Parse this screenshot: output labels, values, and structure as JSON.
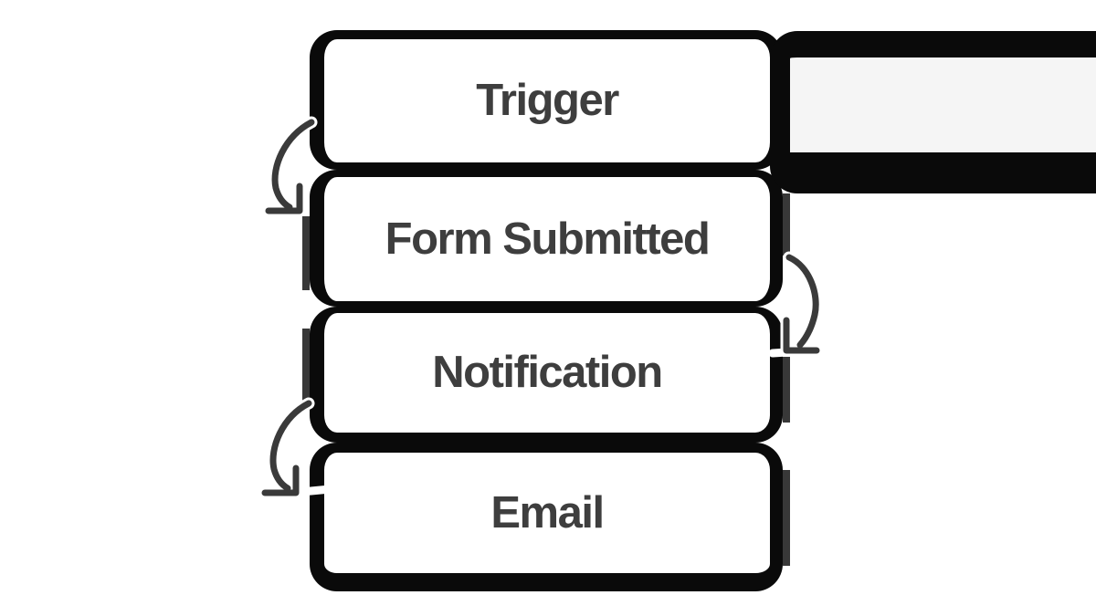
{
  "diagram": {
    "type": "flowchart",
    "background_color": "#ffffff",
    "node_border_color": "#0a0a0a",
    "node_fill_color": "#ffffff",
    "inactive_node_fill_color": "#f5f5f5",
    "label_color": "#3e3e3e",
    "arrow_color": "#3a3a3a",
    "arrow_halo_color": "#ffffff",
    "nodes": [
      {
        "label": "Trigger"
      },
      {
        "label": "Form Submitted"
      },
      {
        "label": "Notification"
      },
      {
        "label": "Email"
      },
      {
        "label": "",
        "note": "unlabeled gray node, cut off by right image edge, linked beside Trigger"
      }
    ],
    "connections": [
      {
        "from": "Trigger",
        "to": "Form Submitted",
        "style": "hand-drawn curved arrow, left side, pointing down"
      },
      {
        "from": "Form Submitted",
        "to": "Notification",
        "style": "hand-drawn curved arrow, right side, pointing down-left"
      },
      {
        "from": "Notification",
        "to": "Email",
        "style": "hand-drawn curved arrow, left side, pointing down"
      }
    ]
  }
}
